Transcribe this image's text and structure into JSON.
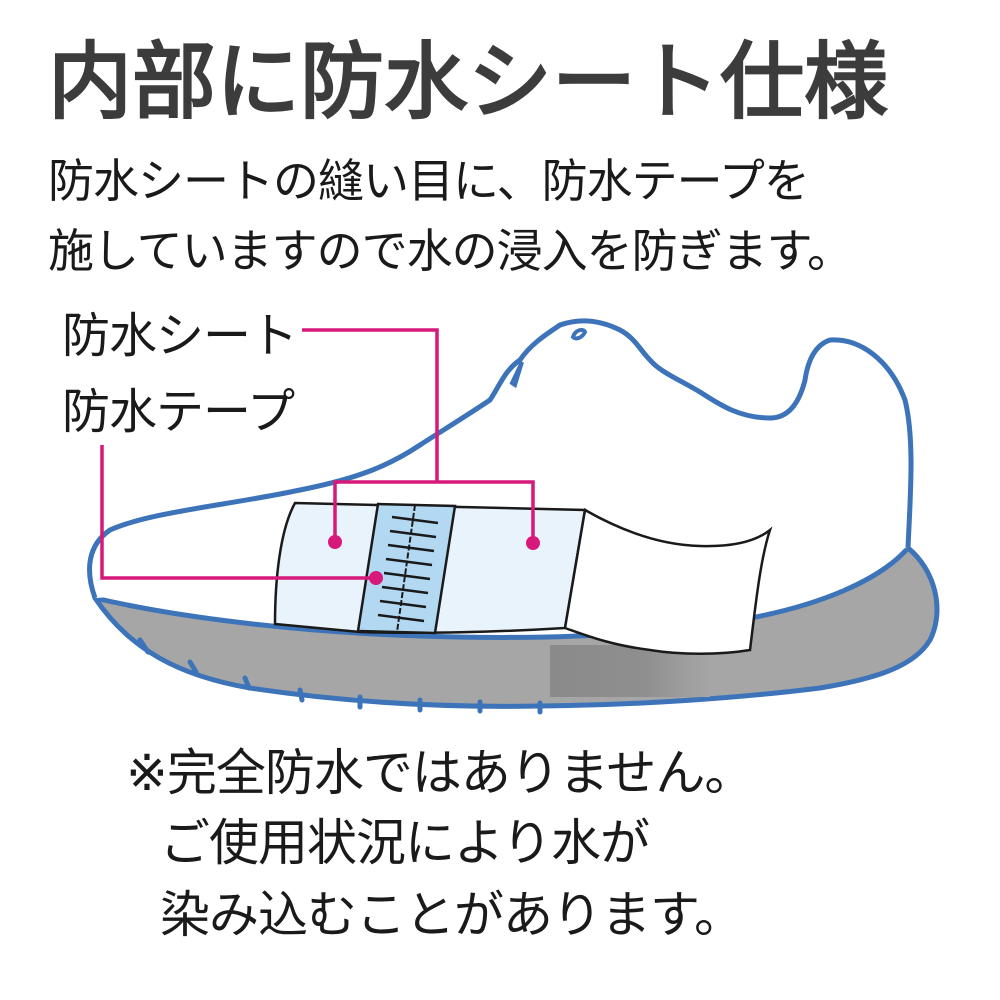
{
  "title": "内部に防水シート仕様",
  "description": {
    "line1": "防水シートの縫い目に、防水テープを",
    "line2": "施していますので水の浸入を防ぎます。"
  },
  "callouts": {
    "sheet_label": "防水シート",
    "tape_label": "防水テープ"
  },
  "note": {
    "line1": "※完全防水ではありません。",
    "line2": "ご使用状況により水が",
    "line3": "染み込むことがあります。"
  },
  "colors": {
    "title_text": "#3c3c3c",
    "body_text": "#1a1a1a",
    "leader_line": "#d6197a",
    "shoe_outline": "#3d74b9",
    "sole_fill": "#a6a6a6",
    "sheet_fill": "#e8f3fb",
    "tape_fill": "#b3d9f2"
  },
  "icons": {
    "shoe": "shoe-cutaway-illustration",
    "callout_dot": "pink-dot-marker"
  }
}
